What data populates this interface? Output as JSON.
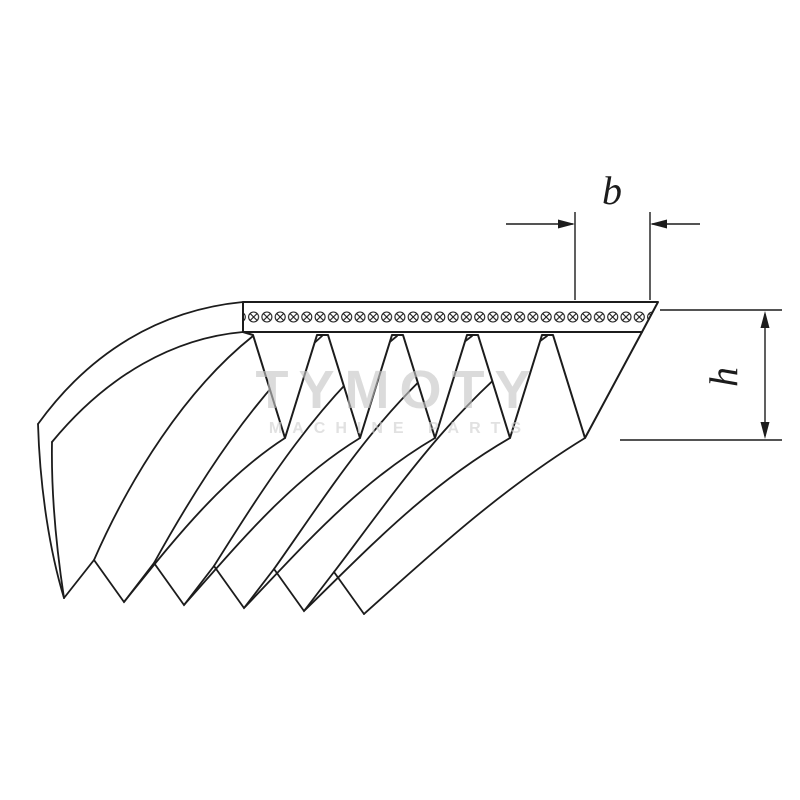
{
  "page": {
    "background": "#ffffff"
  },
  "diagram": {
    "subject": "poly-v-ribbed-belt-cross-section",
    "dimension_labels": {
      "belt_rib_pitch": "b",
      "belt_height": "h"
    },
    "watermark": {
      "brand": "TYMOTY",
      "tagline": "MACHINE PARTS"
    },
    "colors": {
      "line": "#1c1c1c",
      "watermark_brand": "#c6c6c6",
      "watermark_tagline": "#cfcfcf",
      "background": "#ffffff"
    }
  }
}
